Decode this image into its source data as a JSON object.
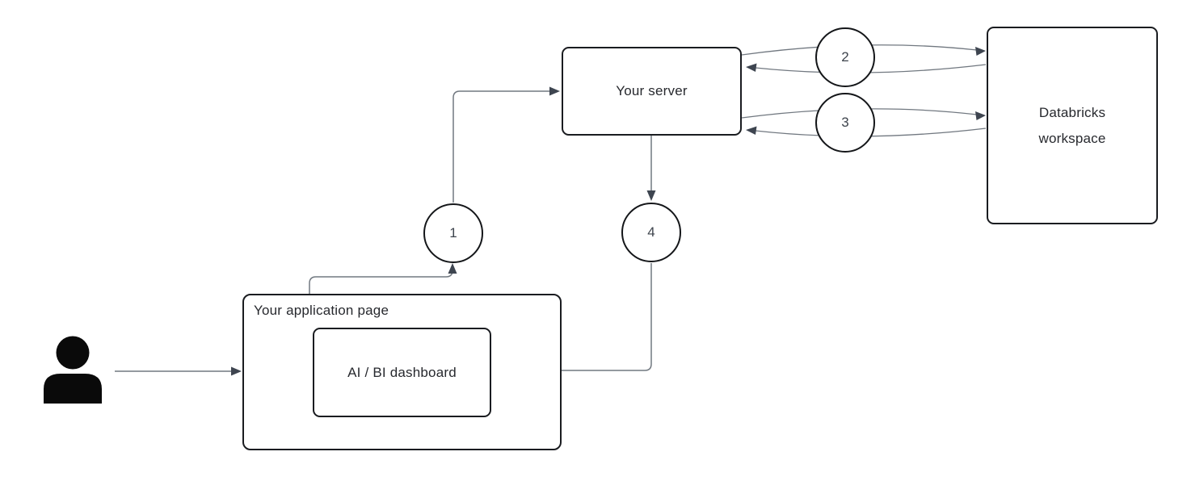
{
  "diagram": {
    "description": "Flow diagram of an application embedding an AI/BI dashboard via a server and Databricks workspace",
    "nodes": {
      "server": {
        "label": "Your server"
      },
      "workspace": {
        "label": "Databricks workspace"
      },
      "app_page": {
        "label": "Your application page"
      },
      "dashboard": {
        "label": "AI / BI dashboard"
      }
    },
    "steps": [
      {
        "number": "1"
      },
      {
        "number": "2"
      },
      {
        "number": "3"
      },
      {
        "number": "4"
      }
    ],
    "icons": {
      "person": "user-silhouette-icon"
    },
    "colors": {
      "background": "#ffffff",
      "box_border": "#1a1c20",
      "box_fill": "#ffffff",
      "connector_line": "#717880",
      "arrowhead": "#3e4550",
      "text": "#27292e",
      "person_icon": "#0a0a0a"
    }
  }
}
